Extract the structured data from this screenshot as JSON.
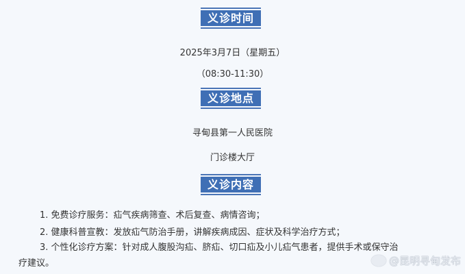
{
  "sections": [
    {
      "heading": "义诊时间",
      "lines": [
        "2025年3月7日（星期五）",
        "（08:30-11:30）"
      ]
    },
    {
      "heading": "义诊地点",
      "lines": [
        "寻甸县第一人民医院",
        "门诊楼大厅"
      ]
    },
    {
      "heading": "义诊内容"
    }
  ],
  "content_items": [
    "1. 免费诊疗服务：疝气疾病筛查、术后复查、病情咨询；",
    "2. 健康科普宣教：发放疝气防治手册，讲解疾病成因、症状及科学治疗方式；",
    "3. 个性化诊疗方案：针对成人腹股沟疝、脐疝、切口疝及小儿疝气患者，提供手术或保守治",
    "疗建议。"
  ],
  "watermark": "@昆明寻甸发布",
  "colors": {
    "heading_bg": "#3f6fb5",
    "page_bg": "#f5f8fc"
  }
}
